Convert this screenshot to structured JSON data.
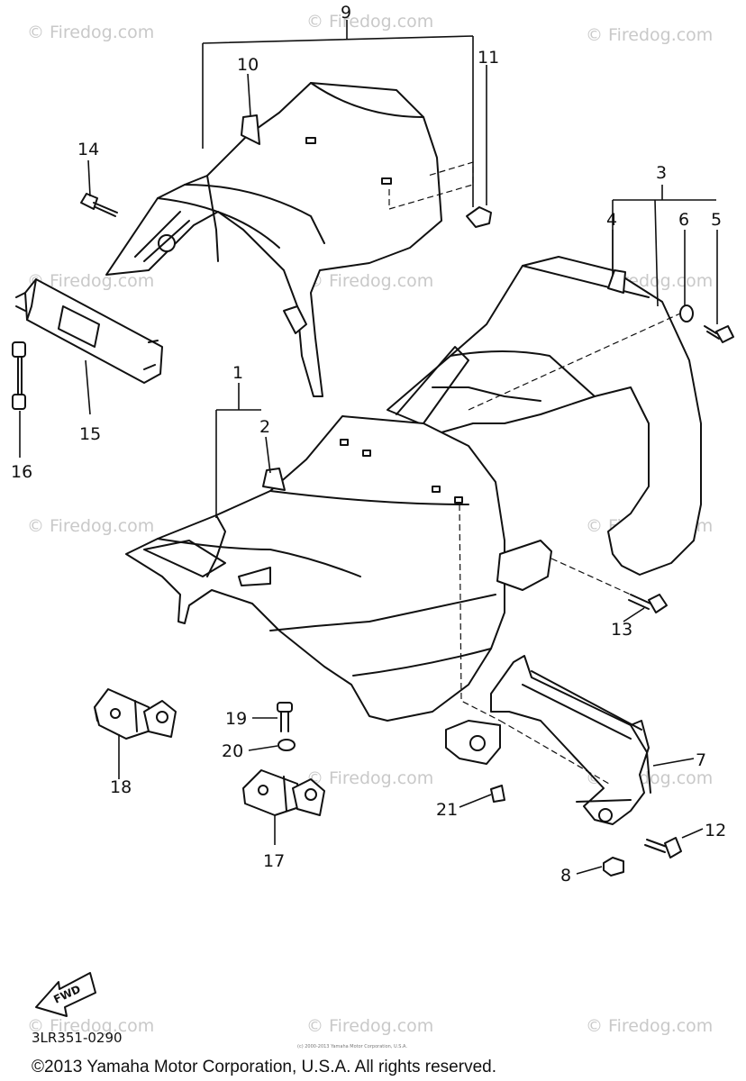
{
  "watermark": "© Firedog.com",
  "callouts": {
    "n1": "1",
    "n2": "2",
    "n3": "3",
    "n4": "4",
    "n5": "5",
    "n6": "6",
    "n7": "7",
    "n8": "8",
    "n9": "9",
    "n10": "10",
    "n11": "11",
    "n12": "12",
    "n13": "13",
    "n14": "14",
    "n15": "15",
    "n16": "16",
    "n17": "17",
    "n18": "18",
    "n19": "19",
    "n20": "20",
    "n21": "21"
  },
  "fwd_label": "FWD",
  "diagram_code": "3LR351-0290",
  "fine_print": "(c) 2000-2013 Yamaha Motor Corporation, U.S.A.",
  "copyright": "©2013 Yamaha Motor Corporation, U.S.A. All rights reserved."
}
